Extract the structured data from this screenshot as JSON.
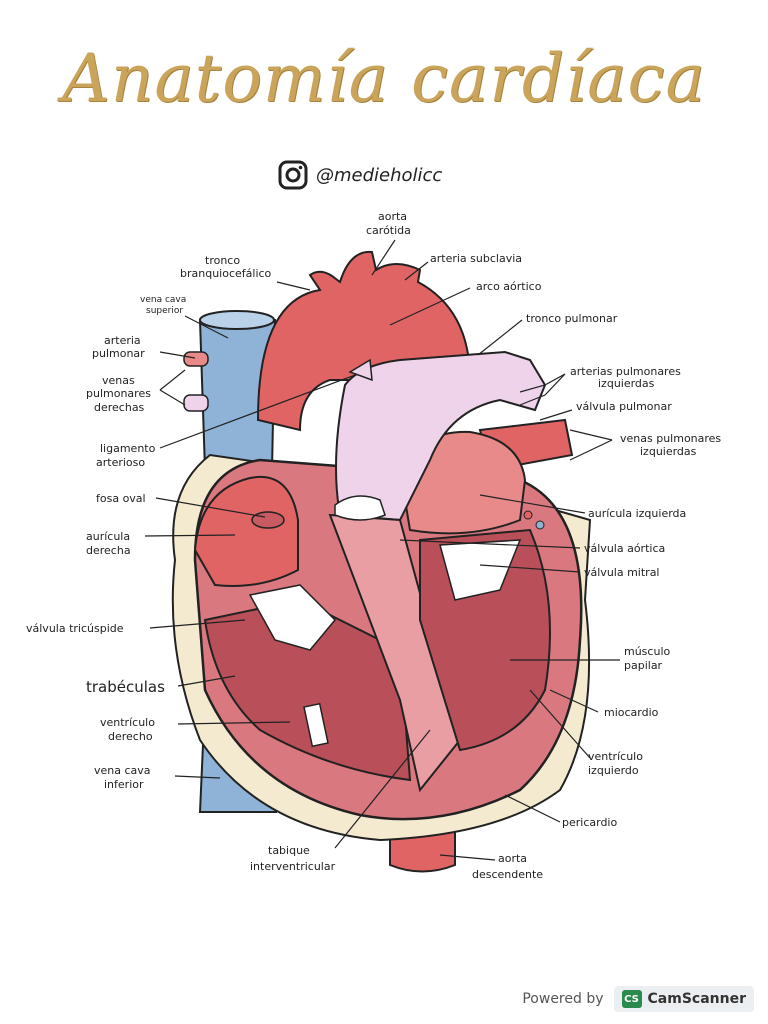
{
  "title": "Anatomía cardíaca",
  "handle": "@medieholicc",
  "icons": {
    "instagram": "instagram-icon",
    "camscanner": "camscanner-logo-icon"
  },
  "colors": {
    "title_gold": "#c9a45a",
    "artery_red": "#e06464",
    "vein_blue": "#8fb3d6",
    "pulmonary_pink": "#efd3ea",
    "myocardium": "#d9797f",
    "fat": "#f3ead0"
  },
  "labels": {
    "aorta_carotida_1": "aorta",
    "aorta_carotida_2": "carótida",
    "arteria_subclavia": "arteria subclavia",
    "tronco_braquio_1": "tronco",
    "tronco_braquio_2": "branquiocefálico",
    "arco_aortico": "arco aórtico",
    "vena_cava_sup_1": "vena cava",
    "vena_cava_sup_2": "superior",
    "tronco_pulmonar": "tronco pulmonar",
    "arteria_pulmonar_1": "arteria",
    "arteria_pulmonar_2": "pulmonar",
    "arterias_pulm_izq_1": "arterias pulmonares",
    "arterias_pulm_izq_2": "izquierdas",
    "venas_pulm_der_1": "venas",
    "venas_pulm_der_2": "pulmonares",
    "venas_pulm_der_3": "derechas",
    "valvula_pulmonar": "válvula pulmonar",
    "venas_pulm_izq_1": "venas pulmonares",
    "venas_pulm_izq_2": "izquierdas",
    "ligamento_1": "ligamento",
    "ligamento_2": "arterioso",
    "fosa_oval": "fosa oval",
    "auricula_izquierda": "aurícula izquierda",
    "auricula_derecha_1": "aurícula",
    "auricula_derecha_2": "derecha",
    "valvula_aortica": "válvula aórtica",
    "valvula_mitral": "válvula mitral",
    "valvula_tricuspide": "válvula tricúspide",
    "musculo_papilar_1": "músculo",
    "musculo_papilar_2": "papilar",
    "trabeculas": "trabéculas",
    "miocardio": "miocardio",
    "ventriculo_der_1": "ventrículo",
    "ventriculo_der_2": "derecho",
    "ventriculo_izq_1": "ventrículo",
    "ventriculo_izq_2": "izquierdo",
    "vena_cava_inf_1": "vena cava",
    "vena_cava_inf_2": "inferior",
    "pericardio": "pericardio",
    "tabique_1": "tabique",
    "tabique_2": "interventricular",
    "aorta_desc_1": "aorta",
    "aorta_desc_2": "descendente"
  },
  "footer": {
    "powered": "Powered by",
    "app_badge": "CS",
    "app_name": "CamScanner"
  }
}
